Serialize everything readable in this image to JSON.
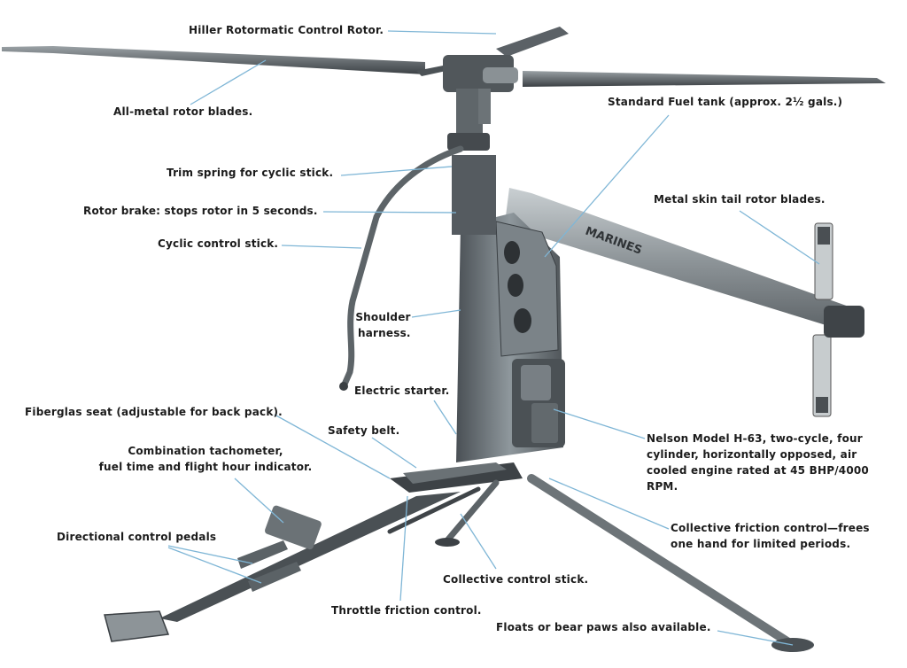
{
  "labels": {
    "control_rotor": "Hiller Rotormatic Control Rotor.",
    "rotor_blades": "All-metal rotor blades.",
    "trim_spring": "Trim spring for cyclic stick.",
    "rotor_brake": "Rotor brake: stops rotor in 5 seconds.",
    "cyclic_stick": "Cyclic control stick.",
    "shoulder_harness": [
      "Shoulder",
      "harness."
    ],
    "electric_starter": "Electric starter.",
    "seat": "Fiberglas seat (adjustable for back pack).",
    "safety_belt": "Safety belt.",
    "tachometer": [
      "Combination tachometer,",
      "fuel time and flight hour indicator."
    ],
    "pedals": "Directional control pedals",
    "throttle_friction": "Throttle friction control.",
    "collective_stick": "Collective control stick.",
    "floats": "Floats or bear paws also available.",
    "fuel_tank": "Standard Fuel tank (approx. 2½ gals.)",
    "tail_rotor_blades": "Metal skin tail rotor blades.",
    "engine": [
      "Nelson Model H-63, two-cycle, four",
      "cylinder, horizontally opposed, air",
      "cooled engine rated at 45 BHP/4000",
      "RPM."
    ],
    "collective_friction": [
      "Collective friction control—frees",
      "one hand for limited periods."
    ],
    "tail_boom_marking": "MARINES"
  },
  "colors": {
    "leader_line": "#7fb6d6",
    "metal_dark": "#3a3d40",
    "metal_mid": "#6f767b",
    "metal_light": "#b9bfc2",
    "text": "#1b1b1b"
  }
}
